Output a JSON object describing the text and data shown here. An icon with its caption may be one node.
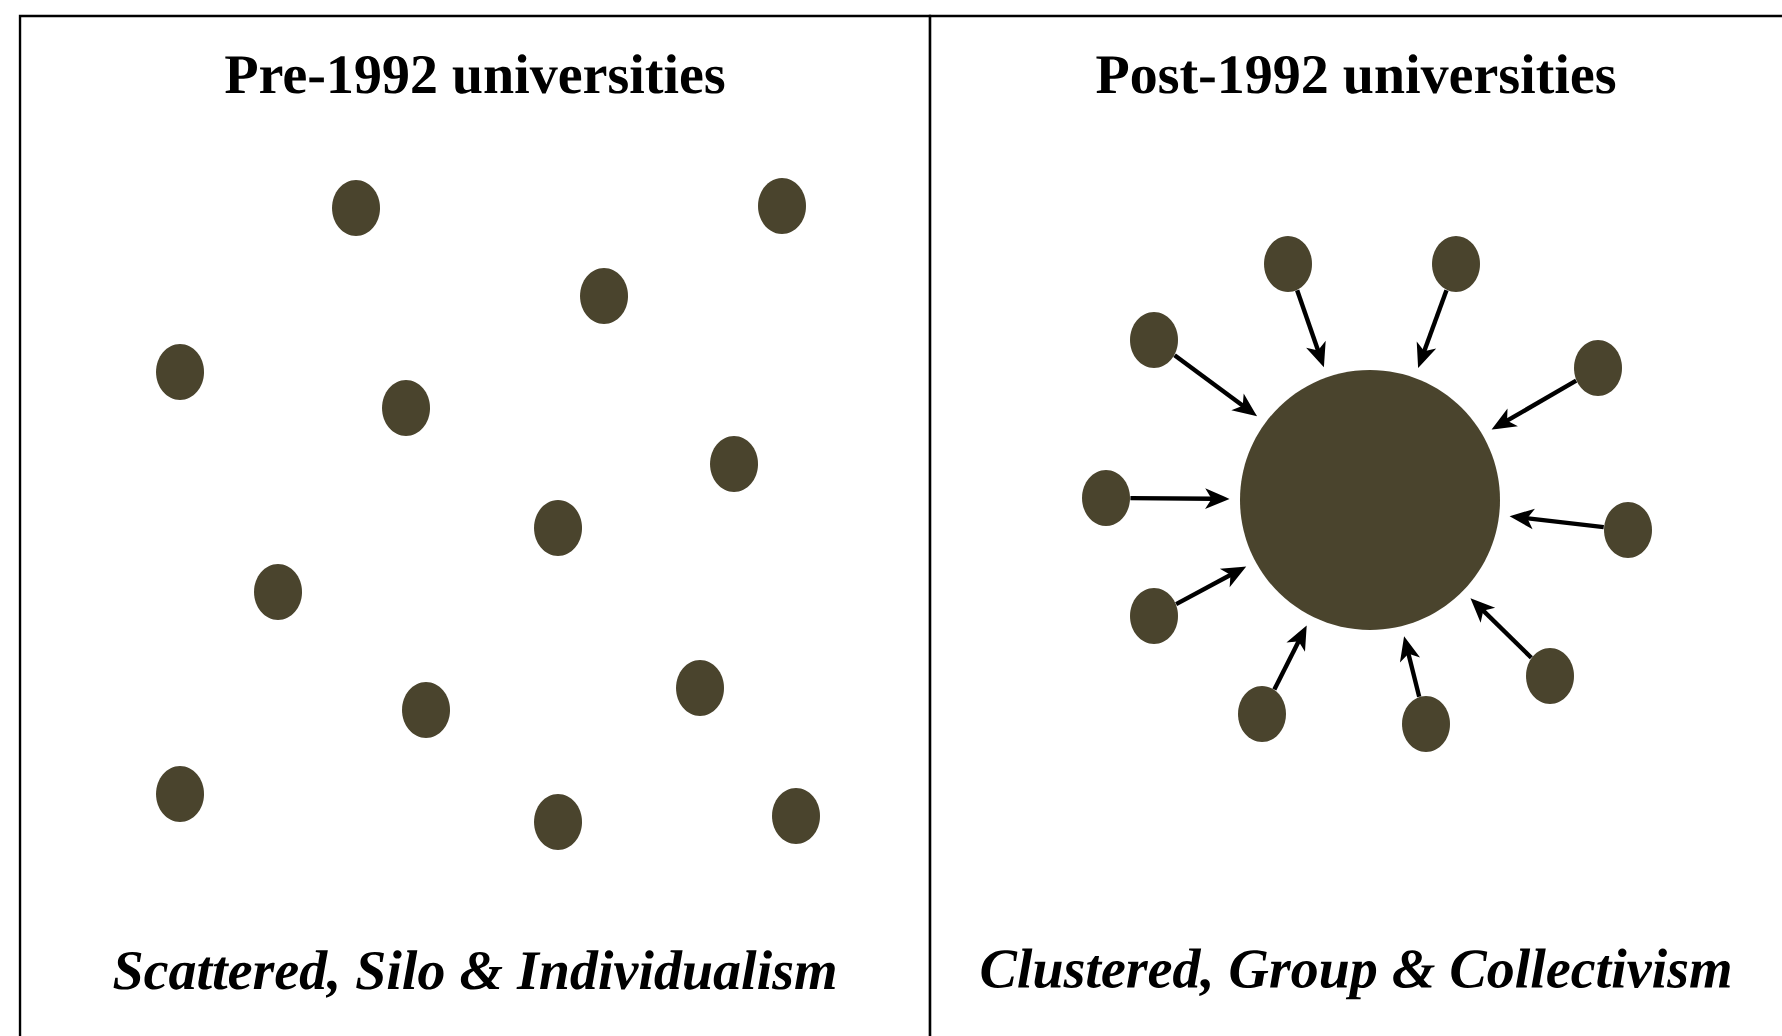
{
  "diagram": {
    "nodes": [
      {
        "text": [
          "Pre-1992 universities",
          "Scattered, Silo & Individualism"
        ]
      },
      {
        "text": [
          "Post-1992 universities",
          "Clustered, Group & Collectivism"
        ]
      },
      {
        "text": [],
        "shape": "circle",
        "in": 0
      },
      {
        "text": [],
        "shape": "circle",
        "in": 0
      },
      {
        "text": [],
        "shape": "circle",
        "in": 0
      },
      {
        "text": [],
        "shape": "circle",
        "in": 0
      },
      {
        "text": [],
        "shape": "circle",
        "in": 0
      },
      {
        "text": [],
        "shape": "circle",
        "in": 0
      },
      {
        "text": [],
        "shape": "circle",
        "in": 0
      },
      {
        "text": [],
        "shape": "circle",
        "in": 0
      },
      {
        "text": [],
        "shape": "circle",
        "in": 0
      },
      {
        "text": [],
        "shape": "circle",
        "in": 0
      },
      {
        "text": [],
        "shape": "circle",
        "in": 0
      },
      {
        "text": [],
        "shape": "circle",
        "in": 0
      },
      {
        "text": [],
        "shape": "circle",
        "in": 0
      },
      {
        "text": [],
        "shape": "circle",
        "in": 1
      },
      {
        "text": [],
        "shape": "circle",
        "in": 1
      },
      {
        "text": [],
        "shape": "circle",
        "in": 1
      },
      {
        "text": [],
        "shape": "circle",
        "in": 1
      },
      {
        "text": [],
        "shape": "circle",
        "in": 1
      },
      {
        "text": [],
        "shape": "circle",
        "in": 1
      },
      {
        "text": [],
        "shape": "circle",
        "in": 1
      },
      {
        "text": [],
        "shape": "circle",
        "in": 1
      },
      {
        "text": [],
        "shape": "circle",
        "in": 1
      },
      {
        "text": [],
        "shape": "circle",
        "in": 1
      },
      {
        "text": [],
        "shape": "circle",
        "in": 1
      }
    ],
    "edges": [
      {
        "from": 16,
        "to": 15,
        "arrow": "to"
      },
      {
        "from": 17,
        "to": 15,
        "arrow": "to"
      },
      {
        "from": 18,
        "to": 15,
        "arrow": "to"
      },
      {
        "from": 19,
        "to": 15,
        "arrow": "to"
      },
      {
        "from": 20,
        "to": 15,
        "arrow": "to"
      },
      {
        "from": 21,
        "to": 15,
        "arrow": "to"
      },
      {
        "from": 22,
        "to": 15,
        "arrow": "to"
      },
      {
        "from": 23,
        "to": 15,
        "arrow": "to"
      },
      {
        "from": 24,
        "to": 15,
        "arrow": "to"
      },
      {
        "from": 25,
        "to": 15,
        "arrow": "to"
      }
    ]
  }
}
